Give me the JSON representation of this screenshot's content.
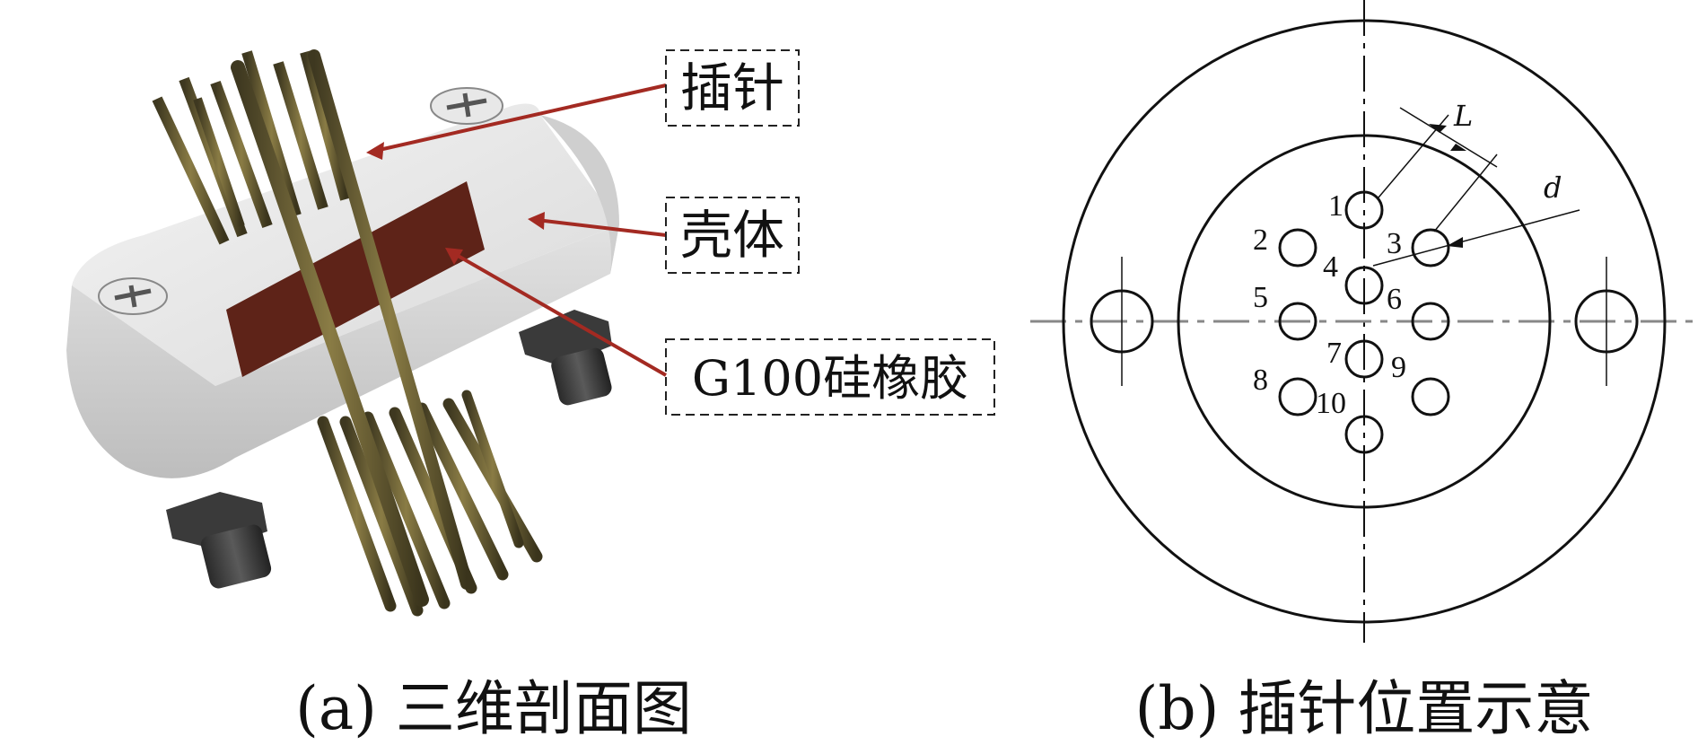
{
  "panel_a": {
    "callouts": {
      "pin": "插针",
      "shell": "壳体",
      "rubber": "G100硅橡胶"
    },
    "caption": "(a)  三维剖面图",
    "colors": {
      "leader": "#a32a22",
      "shell": "#dcdcdc",
      "rubber": "#5e2318",
      "pin": "#5b5230"
    }
  },
  "panel_b": {
    "caption": "(b)  插针位置示意",
    "dimension_L": "L",
    "dimension_d": "d",
    "pin_numbers": [
      "1",
      "2",
      "3",
      "4",
      "5",
      "6",
      "7",
      "8",
      "9",
      "10"
    ]
  }
}
